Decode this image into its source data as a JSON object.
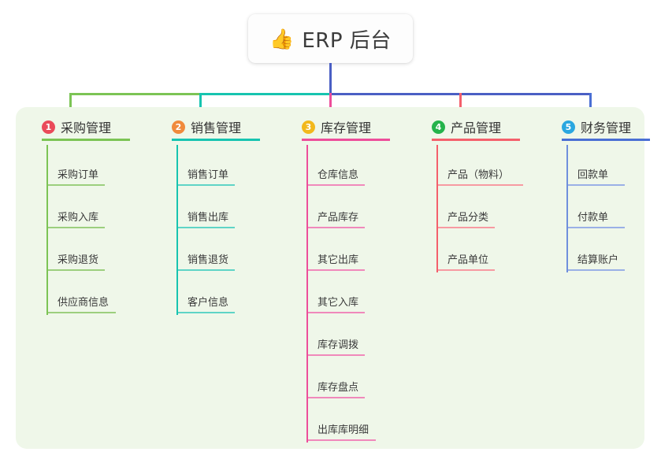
{
  "diagram": {
    "type": "mind-map",
    "root": {
      "icon": "thumbs-up-icon",
      "emoji": "👍",
      "title": "ERP 后台"
    },
    "panel_color": "#eff7e9",
    "columns": [
      {
        "number": "1",
        "badge_color": "#ea4a5a",
        "line_color": "#7cc455",
        "title": "采购管理",
        "items": [
          {
            "label": "采购订单"
          },
          {
            "label": "采购入库"
          },
          {
            "label": "采购退货"
          },
          {
            "label": "供应商信息"
          }
        ]
      },
      {
        "number": "2",
        "badge_color": "#f08a3c",
        "line_color": "#17c4b0",
        "title": "销售管理",
        "items": [
          {
            "label": "销售订单"
          },
          {
            "label": "销售出库"
          },
          {
            "label": "销售退货"
          },
          {
            "label": "客户信息"
          }
        ]
      },
      {
        "number": "3",
        "badge_color": "#f2b81c",
        "line_color": "#ed4e9a",
        "title": "库存管理",
        "items": [
          {
            "label": "仓库信息"
          },
          {
            "label": "产品库存"
          },
          {
            "label": "其它出库"
          },
          {
            "label": "其它入库"
          },
          {
            "label": "库存调拨"
          },
          {
            "label": "库存盘点"
          },
          {
            "label": "出库库明细"
          }
        ]
      },
      {
        "number": "4",
        "badge_color": "#25b34b",
        "line_color": "#f4606c",
        "title": "产品管理",
        "items": [
          {
            "label": "产品（物料）"
          },
          {
            "label": "产品分类"
          },
          {
            "label": "产品单位"
          }
        ]
      },
      {
        "number": "5",
        "badge_color": "#2aa7e0",
        "line_color": "#4a6fd4",
        "title": "财务管理",
        "items": [
          {
            "label": "回款单"
          },
          {
            "label": "付款单"
          },
          {
            "label": "结算账户"
          }
        ]
      }
    ],
    "connectors": {
      "root_stem_color": "#4a5fc4",
      "bus_left_color": "#7cc455",
      "bus_mid_color": "#17c4b0",
      "bus_right_color": "#4a5fc4",
      "drop_colors": [
        "#7cc455",
        "#17c4b0",
        "#ed4e9a",
        "#f4606c",
        "#4a6fd4"
      ]
    }
  }
}
